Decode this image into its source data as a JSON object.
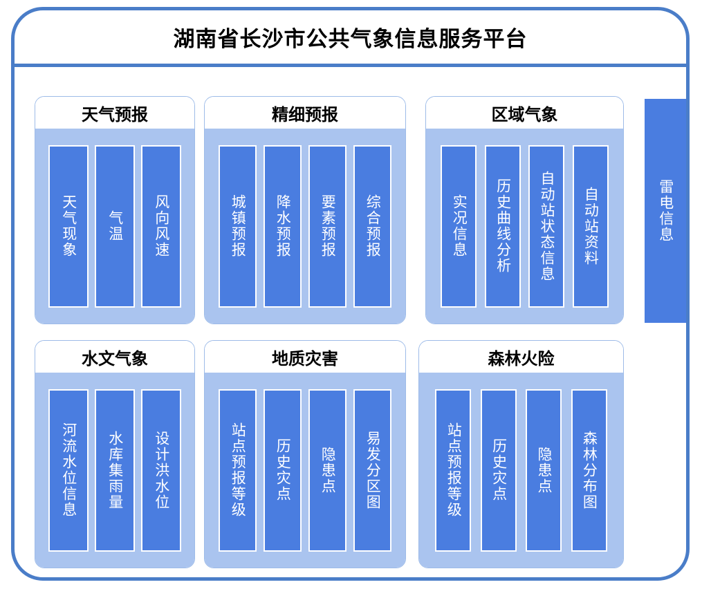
{
  "header": {
    "title": "湖南省长沙市公共气象信息服务平台"
  },
  "colors": {
    "frame_border": "#4a7dc8",
    "panel_border": "#9dbbe8",
    "panel_body_bg": "#aac4ef",
    "item_bar": "#4a7de0",
    "item_text": "#ffffff",
    "title_text": "#000000"
  },
  "panels": [
    {
      "id": "weather-forecast",
      "title": "天气预报",
      "items": [
        {
          "label": "天气现象"
        },
        {
          "label": "气温"
        },
        {
          "label": "风向风速"
        }
      ]
    },
    {
      "id": "fine-forecast",
      "title": "精细预报",
      "items": [
        {
          "label": "城镇预报"
        },
        {
          "label": "降水预报"
        },
        {
          "label": "要素预报"
        },
        {
          "label": "综合预报"
        }
      ]
    },
    {
      "id": "regional-met",
      "title": "区域气象",
      "items": [
        {
          "label": "实况信息"
        },
        {
          "label": "历史曲线分析"
        },
        {
          "label": "自动站状态信息"
        },
        {
          "label": "自动站资料"
        }
      ]
    },
    {
      "id": "hydro-met",
      "title": "水文气象",
      "items": [
        {
          "label": "河流水位信息"
        },
        {
          "label": "水库集雨量"
        },
        {
          "label": "设计洪水位"
        }
      ]
    },
    {
      "id": "geo-hazard",
      "title": "地质灾害",
      "items": [
        {
          "label": "站点预报等级"
        },
        {
          "label": "历史灾点"
        },
        {
          "label": "隐患点"
        },
        {
          "label": "易发分区图"
        }
      ]
    },
    {
      "id": "forest-fire",
      "title": "森林火险",
      "items": [
        {
          "label": "站点预报等级"
        },
        {
          "label": "历史灾点"
        },
        {
          "label": "隐患点"
        },
        {
          "label": "森林分布图"
        }
      ]
    }
  ],
  "standalone": {
    "lightning": {
      "label": "雷电信息"
    }
  }
}
